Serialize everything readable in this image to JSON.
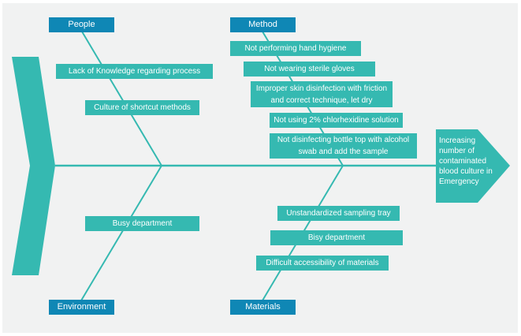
{
  "categories": {
    "people": "People",
    "method": "Method",
    "environment": "Environment",
    "materials": "Materials"
  },
  "causes": {
    "people": [
      "Lack of Knowledge regarding process",
      "Culture of shortcut methods"
    ],
    "method": [
      "Not performing hand hygiene",
      "Not wearing sterile gloves",
      "Improper skin disinfection with friction and correct technique, let dry",
      "Not using 2% chlorhexidine solution",
      "Not disinfecting bottle top with alcohol swab and add the sample"
    ],
    "environment": [
      "Busy department"
    ],
    "materials": [
      "Unstandardized sampling tray",
      "Bisy department",
      "Difficult accessibility of materials"
    ]
  },
  "effect": "Increasing number of contaminated blood culture in Emergency",
  "colors": {
    "bone": "#35b9b1",
    "cause_box": "#35b9b1",
    "category_box": "#0f87b5",
    "background": "#f1f2f2"
  }
}
